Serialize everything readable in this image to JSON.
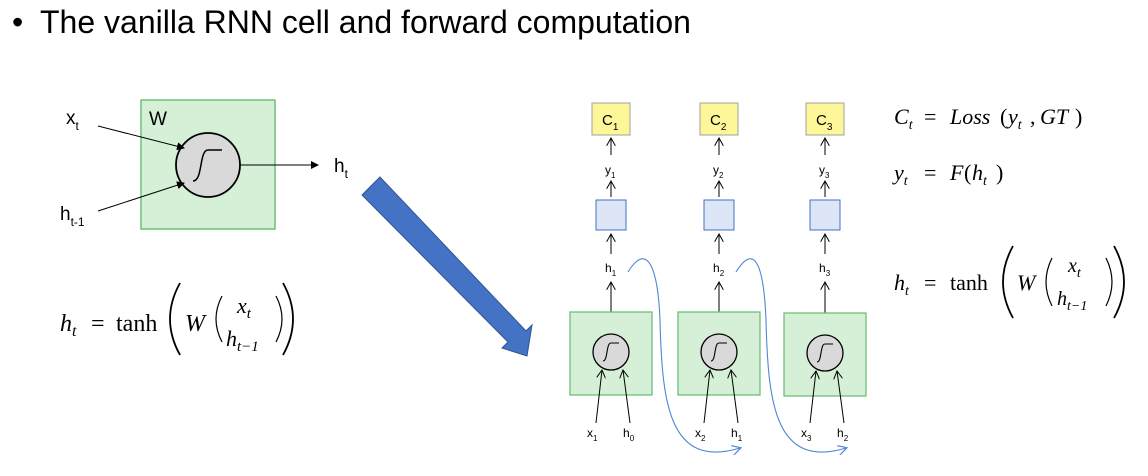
{
  "slide": {
    "bullet": "•",
    "title": "The vanilla RNN cell and forward computation"
  },
  "single_cell": {
    "weight_label": "W",
    "input_label": {
      "base": "x",
      "sub": "t"
    },
    "prev_hidden_label": {
      "base": "h",
      "sub": "t-1"
    },
    "output_label": {
      "base": "h",
      "sub": "t"
    }
  },
  "equations": {
    "hidden_update": {
      "lhs_base": "h",
      "lhs_sub": "t",
      "equals": "=",
      "func": "tanh",
      "weight": "W",
      "vec_top_base": "x",
      "vec_top_sub": "t",
      "vec_bot_base": "h",
      "vec_bot_sub": "t−1"
    },
    "cost": {
      "lhs_base": "C",
      "lhs_sub": "t",
      "equals": "=",
      "func": "Loss",
      "arg1_base": "y",
      "arg1_sub": "t",
      "arg2": "GT"
    },
    "output": {
      "lhs_base": "y",
      "lhs_sub": "t",
      "equals": "=",
      "func": "F",
      "arg_base": "h",
      "arg_sub": "t"
    }
  },
  "unrolled": {
    "steps": [
      {
        "cost_base": "C",
        "cost_sub": "1",
        "y_base": "y",
        "y_sub": "1",
        "h_base": "h",
        "h_sub": "1",
        "x_base": "x",
        "x_sub": "1",
        "hin_base": "h",
        "hin_sub": "0"
      },
      {
        "cost_base": "C",
        "cost_sub": "2",
        "y_base": "y",
        "y_sub": "2",
        "h_base": "h",
        "h_sub": "2",
        "x_base": "x",
        "x_sub": "2",
        "hin_base": "h",
        "hin_sub": "1"
      },
      {
        "cost_base": "C",
        "cost_sub": "3",
        "y_base": "y",
        "y_sub": "3",
        "h_base": "h",
        "h_sub": "3",
        "x_base": "x",
        "x_sub": "3",
        "hin_base": "h",
        "hin_sub": "2"
      }
    ]
  },
  "colors": {
    "cell_fill": "#d5f0d6",
    "cell_stroke": "#6fbf7a",
    "cost_fill": "#fdf79a",
    "cost_stroke": "#a0a0a0",
    "output_box_fill": "#dce6f6",
    "output_box_stroke": "#4472c4",
    "activation_fill": "#d9d9d9",
    "big_arrow": "#4472c4",
    "recurrent_curve": "#4f86d6"
  }
}
